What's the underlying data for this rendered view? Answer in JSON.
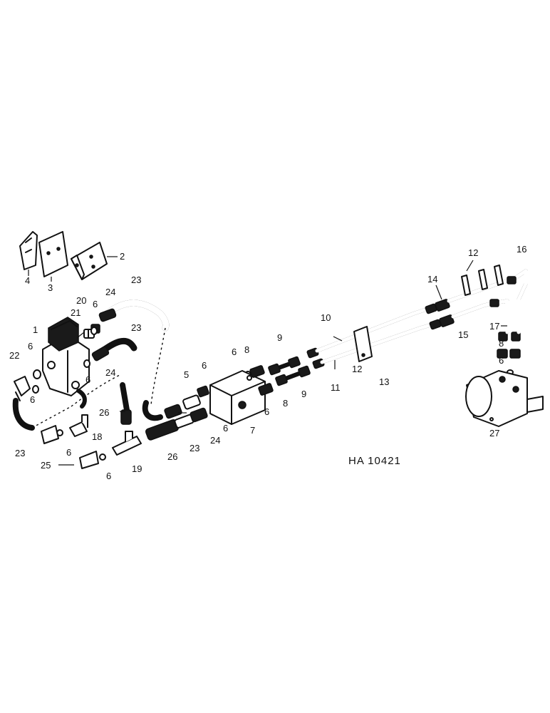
{
  "drawing_code": "HA 10421",
  "callouts": [
    "1",
    "2",
    "3",
    "4",
    "5",
    "6",
    "7",
    "8",
    "9",
    "10",
    "11",
    "12",
    "13",
    "14",
    "15",
    "16",
    "17",
    "18",
    "19",
    "20",
    "21",
    "22",
    "23",
    "24",
    "25",
    "26",
    "27"
  ]
}
